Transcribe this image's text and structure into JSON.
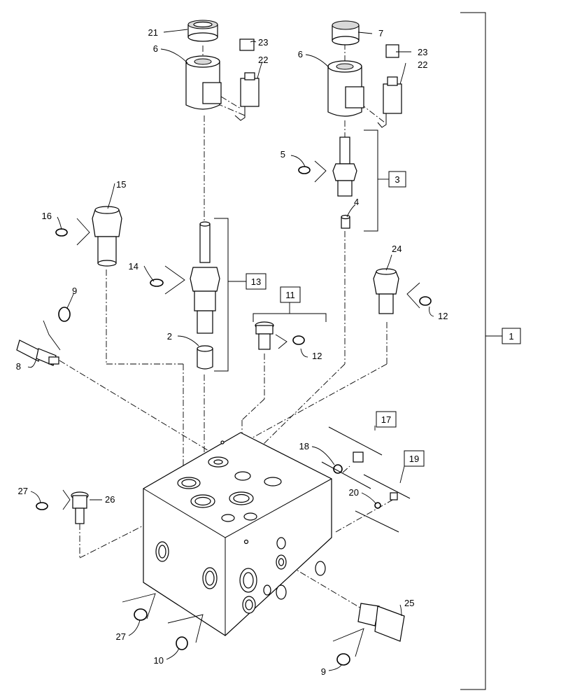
{
  "callouts": {
    "c1": "1",
    "c2": "2",
    "c3": "3",
    "c4": "4",
    "c5": "5",
    "c6a": "6",
    "c6b": "6",
    "c7": "7",
    "c8": "8",
    "c9a": "9",
    "c9b": "9",
    "c10": "10",
    "c11": "11",
    "c12a": "12",
    "c12b": "12",
    "c13": "13",
    "c14": "14",
    "c15": "15",
    "c16": "16",
    "c17": "17",
    "c18": "18",
    "c19": "19",
    "c20": "20",
    "c21": "21",
    "c22a": "22",
    "c22b": "22",
    "c23a": "23",
    "c23b": "23",
    "c24": "24",
    "c25": "25",
    "c26": "26",
    "c27a": "27",
    "c27b": "27"
  }
}
